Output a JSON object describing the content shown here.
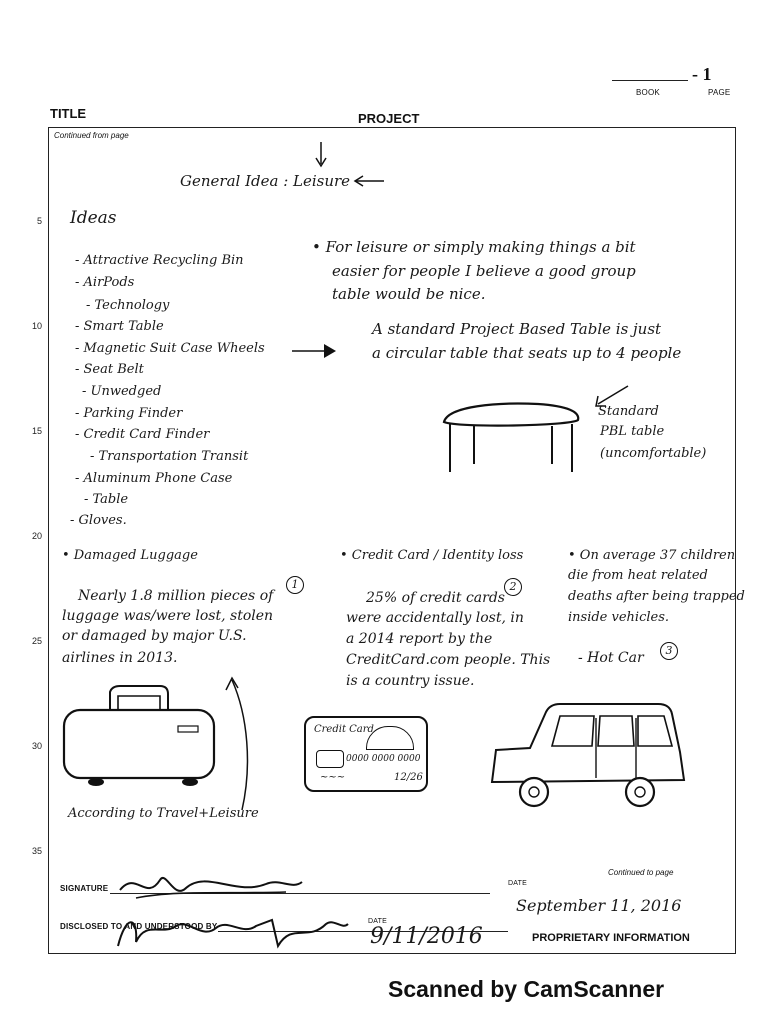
{
  "header": {
    "page_number": "- 1",
    "book_label": "BOOK",
    "page_label": "PAGE",
    "title_label": "TITLE",
    "project_label": "PROJECT"
  },
  "form": {
    "continued_from": "Continued from page",
    "continued_to": "Continued to page",
    "signature_label": "SIGNATURE",
    "date_label": "DATE",
    "disclosed_label": "DISCLOSED TO AND UNDERSTOOD BY",
    "date_label_2": "DATE",
    "proprietary": "PROPRIETARY INFORMATION"
  },
  "line_numbers": [
    "5",
    "10",
    "15",
    "20",
    "25",
    "30",
    "35"
  ],
  "notes": {
    "general_idea": "General Idea : Leisure",
    "ideas_heading": "Ideas",
    "ideas": [
      "- Attractive Recycling Bin",
      "- AirPods",
      "- Technology",
      "- Smart Table",
      "- Magnetic Suit Case Wheels",
      "- Seat Belt",
      "- Unwedged",
      "- Parking Finder",
      "- Credit Card Finder",
      "- Transportation Transit",
      "- Aluminum Phone Case",
      "- Table",
      "- Gloves."
    ],
    "leisure_note": [
      "• For leisure or simply making things a bit",
      "easier for people I believe a good group",
      "table would be nice."
    ],
    "pbl_note": [
      "A standard Project Based Table is just",
      "a circular table that seats up to 4 people"
    ],
    "table_caption": [
      "Standard",
      "PBL table",
      "(uncomfortable)"
    ],
    "luggage_heading": "• Damaged Luggage",
    "luggage_text": [
      "Nearly 1.8 million pieces of",
      "luggage was/were lost, stolen",
      "or damaged by major U.S.",
      "airlines in 2013."
    ],
    "luggage_num": "1",
    "credit_heading": "• Credit Card / Identity loss",
    "credit_text": [
      "25% of credit cards",
      "were accidentally lost, in",
      "a 2014 report by the",
      "CreditCard.com people. This",
      "is a country issue."
    ],
    "credit_num": "2",
    "car_heading": [
      "• On average 37 children",
      "die from heat related",
      "deaths after being trapped",
      "inside vehicles."
    ],
    "car_text": "- Hot Car",
    "car_num": "3",
    "card_label": "Credit Card",
    "card_number": "0000 0000 0000",
    "card_expiry": "12/26",
    "source": "According to Travel+Leisure",
    "signature_date": "September 11, 2016",
    "disclosed_date": "9/11/2016"
  },
  "footer": {
    "scanner": "Scanned by CamScanner"
  }
}
